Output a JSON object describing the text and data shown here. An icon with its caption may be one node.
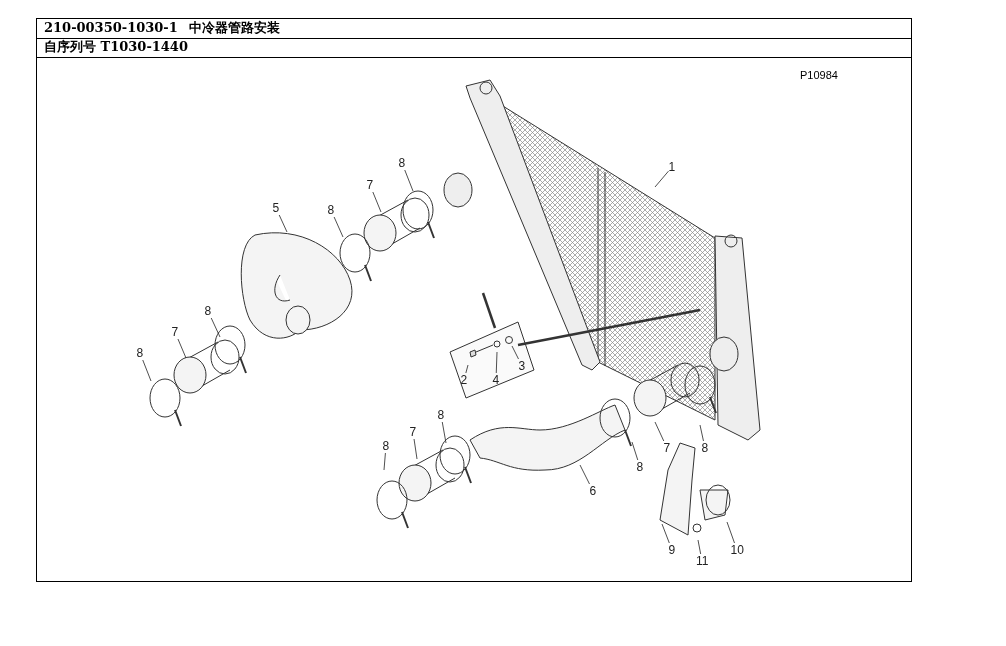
{
  "diagram": {
    "nodes": [
      {
        "text": [
          "1"
        ]
      },
      {
        "text": [
          "8"
        ]
      },
      {
        "text": [
          "7"
        ]
      },
      {
        "text": [
          "5"
        ]
      },
      {
        "text": [
          "8"
        ]
      },
      {
        "text": [
          "8"
        ]
      },
      {
        "text": [
          "7"
        ]
      },
      {
        "text": [
          "8"
        ]
      },
      {
        "text": [
          "3"
        ]
      },
      {
        "text": [
          "4"
        ]
      },
      {
        "text": [
          "2"
        ]
      },
      {
        "text": [
          "8"
        ]
      },
      {
        "text": [
          "7"
        ]
      },
      {
        "text": [
          "8"
        ]
      },
      {
        "text": [
          "7"
        ]
      },
      {
        "text": [
          "8"
        ]
      },
      {
        "text": [
          "8"
        ]
      },
      {
        "text": [
          "6"
        ]
      },
      {
        "text": [
          "9"
        ]
      },
      {
        "text": [
          "10"
        ]
      },
      {
        "text": [
          "11"
        ]
      }
    ],
    "edges": [
      {
        "from": 0,
        "to": null,
        "arrow": "none"
      },
      {
        "from": 1,
        "to": null,
        "arrow": "none"
      },
      {
        "from": 2,
        "to": null,
        "arrow": "none"
      },
      {
        "from": 3,
        "to": null,
        "arrow": "none"
      },
      {
        "from": 4,
        "to": null,
        "arrow": "none"
      },
      {
        "from": 5,
        "to": null,
        "arrow": "none"
      },
      {
        "from": 6,
        "to": null,
        "arrow": "none"
      },
      {
        "from": 7,
        "to": null,
        "arrow": "none"
      },
      {
        "from": 8,
        "to": null,
        "arrow": "none"
      },
      {
        "from": 9,
        "to": null,
        "arrow": "none"
      },
      {
        "from": 10,
        "to": null,
        "arrow": "none"
      },
      {
        "from": 11,
        "to": null,
        "arrow": "none"
      },
      {
        "from": 12,
        "to": null,
        "arrow": "none"
      },
      {
        "from": 13,
        "to": null,
        "arrow": "none"
      },
      {
        "from": 14,
        "to": null,
        "arrow": "none"
      },
      {
        "from": 15,
        "to": null,
        "arrow": "none"
      },
      {
        "from": 16,
        "to": null,
        "arrow": "none"
      },
      {
        "from": 17,
        "to": null,
        "arrow": "none"
      },
      {
        "from": 18,
        "to": null,
        "arrow": "none"
      },
      {
        "from": 19,
        "to": null,
        "arrow": "none"
      },
      {
        "from": 20,
        "to": null,
        "arrow": "none"
      }
    ],
    "labels": [
      "210-00350-1030-1",
      "中冷器管路安装",
      "自序列号 T1030-1440",
      "P10984"
    ]
  }
}
